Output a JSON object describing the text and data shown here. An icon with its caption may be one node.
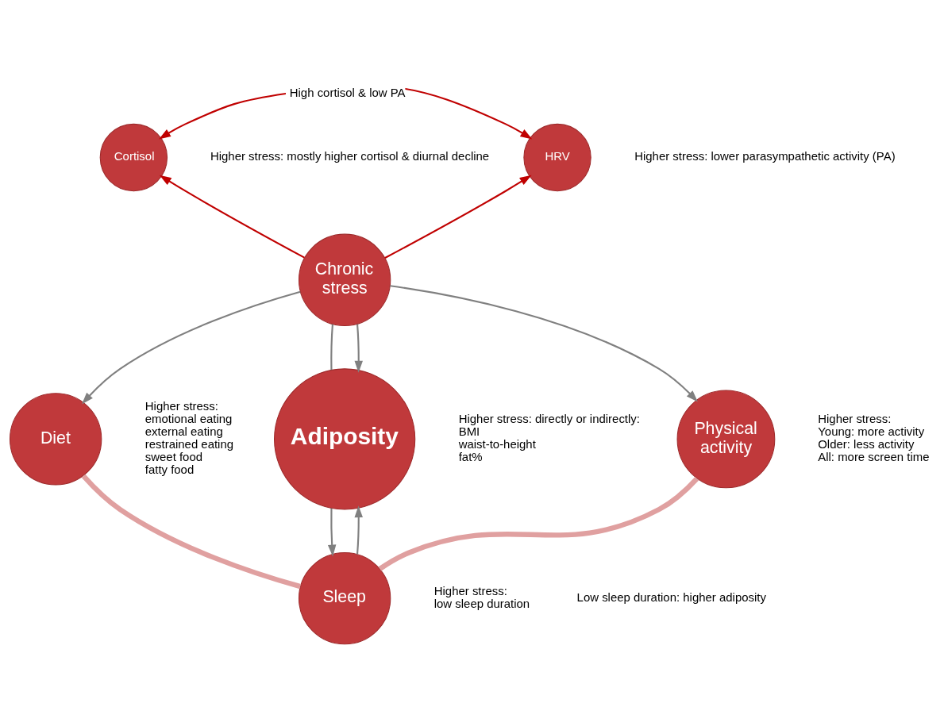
{
  "diagram": {
    "nodes": [
      {
        "text": [
          "Cortisol"
        ]
      },
      {
        "text": [
          "HRV"
        ]
      },
      {
        "text": [
          "Chronic stress"
        ]
      },
      {
        "text": [
          "Diet"
        ]
      },
      {
        "text": [
          "Adiposity"
        ]
      },
      {
        "text": [
          "Physical activity"
        ]
      },
      {
        "text": [
          "Sleep"
        ]
      }
    ],
    "edges": [
      {
        "from": 2,
        "to": 0,
        "arrow": "to",
        "color": "#c00000"
      },
      {
        "from": 2,
        "to": 1,
        "arrow": "to",
        "color": "#c00000"
      },
      {
        "from": 0,
        "to": 1,
        "arrow": "both",
        "label": "High cortisol & low PA",
        "color": "#c00000"
      },
      {
        "from": 2,
        "to": 4,
        "arrow": "none"
      },
      {
        "from": 2,
        "to": 4,
        "arrow": "to"
      },
      {
        "from": 2,
        "to": 3,
        "arrow": "to"
      },
      {
        "from": 2,
        "to": 5,
        "arrow": "to"
      },
      {
        "from": 4,
        "to": 6,
        "arrow": "to"
      },
      {
        "from": 6,
        "to": 4,
        "arrow": "to"
      },
      {
        "from": 3,
        "to": 6,
        "arrow": "none",
        "style": "thick",
        "color": "#e0a0a0"
      },
      {
        "from": 5,
        "to": 6,
        "arrow": "none",
        "style": "thick",
        "color": "#e0a0a0"
      }
    ],
    "labels": [
      "Higher stress: mostly higher cortisol & diurnal decline",
      "Higher stress: lower parasympathetic activity (PA)",
      "Higher stress: directly or indirectly:",
      "BMI",
      "waist-to-height",
      "fat%",
      "Higher stress:",
      "emotional eating",
      "external eating",
      "restrained eating",
      "sweet food",
      "fatty food",
      "Higher stress:",
      "Young: more activity",
      "Older: less activity",
      "All: more screen time",
      "Low sleep duration: higher adiposity",
      "Higher stress:",
      "low sleep duration"
    ]
  }
}
